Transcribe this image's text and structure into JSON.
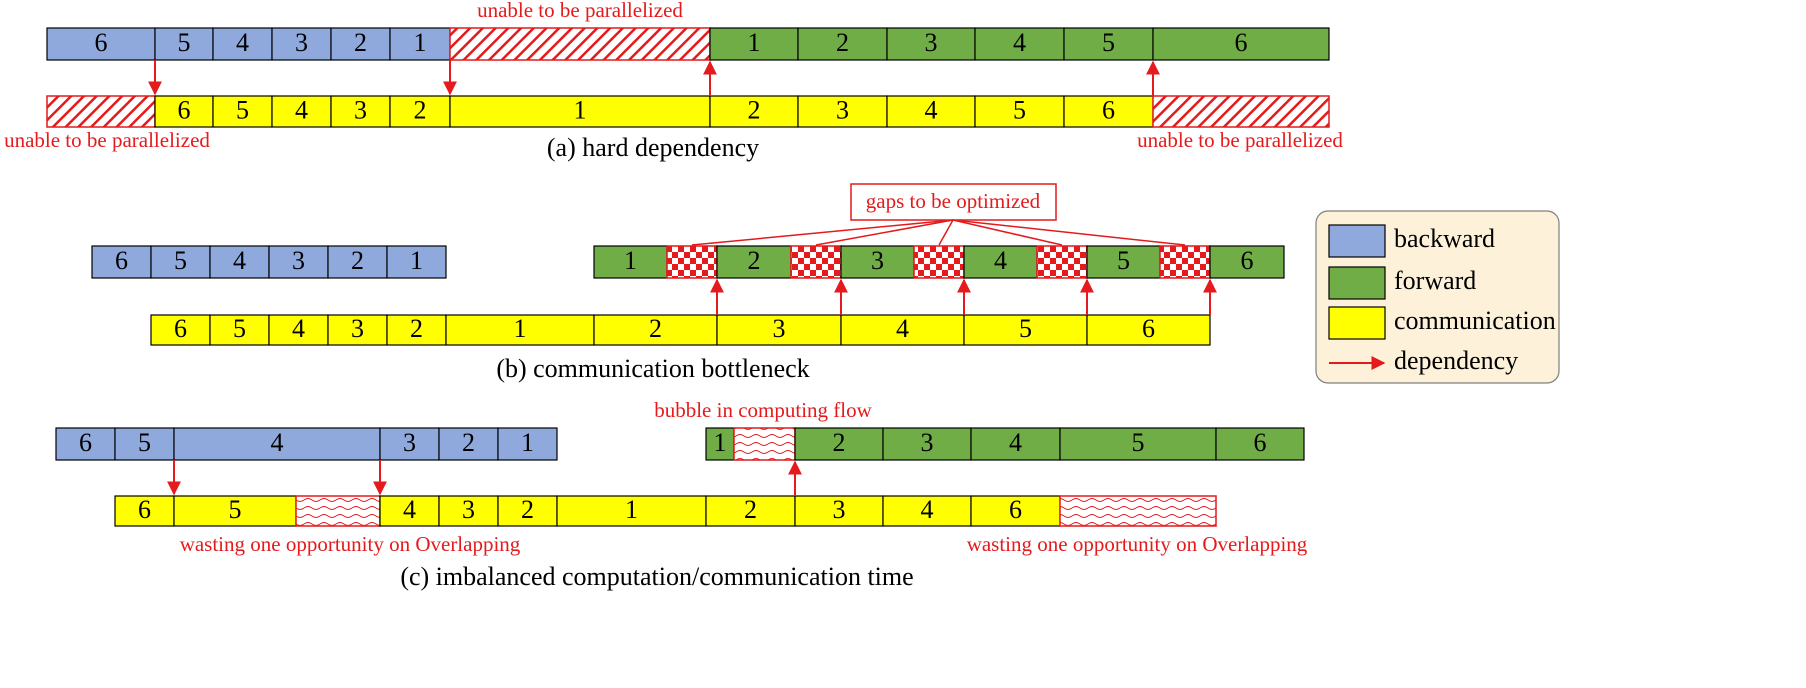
{
  "colors": {
    "backward": "#8fa9dc",
    "forward": "#70ad47",
    "communication": "#ffff00",
    "dependency": "#e41a1c",
    "legend_bg": "#fdf2d9",
    "border": "#000000"
  },
  "panels": {
    "a": {
      "caption": "(a) hard dependency",
      "notes": [
        "unable to be parallelized",
        "unable to be parallelized",
        "unable to be parallelized"
      ],
      "backward_labels": [
        "6",
        "5",
        "4",
        "3",
        "2",
        "1"
      ],
      "forward_labels": [
        "1",
        "2",
        "3",
        "4",
        "5",
        "6"
      ],
      "comm_labels": [
        "6",
        "5",
        "4",
        "3",
        "2",
        "1",
        "2",
        "3",
        "4",
        "5",
        "6"
      ]
    },
    "b": {
      "caption": "(b) communication bottleneck",
      "notes": [
        "gaps to be optimized"
      ],
      "backward_labels": [
        "6",
        "5",
        "4",
        "3",
        "2",
        "1"
      ],
      "forward_labels": [
        "1",
        "2",
        "3",
        "4",
        "5",
        "6"
      ],
      "comm_labels": [
        "6",
        "5",
        "4",
        "3",
        "2",
        "1",
        "2",
        "3",
        "4",
        "5",
        "6"
      ]
    },
    "c": {
      "caption": "(c) imbalanced computation/communication time",
      "notes": [
        "bubble in computing flow",
        "wasting one opportunity on Overlapping",
        "wasting one opportunity on Overlapping"
      ],
      "backward_labels": [
        "6",
        "5",
        "4",
        "3",
        "2",
        "1"
      ],
      "forward_labels": [
        "1",
        "2",
        "3",
        "4",
        "5",
        "6"
      ],
      "comm_labels": [
        "6",
        "5",
        "4",
        "3",
        "2",
        "1",
        "2",
        "3",
        "4",
        "6"
      ]
    }
  },
  "legend": {
    "items": [
      {
        "key": "backward",
        "label": "backward"
      },
      {
        "key": "forward",
        "label": "forward"
      },
      {
        "key": "communication",
        "label": "communication"
      },
      {
        "key": "dependency",
        "label": "dependency"
      }
    ]
  }
}
